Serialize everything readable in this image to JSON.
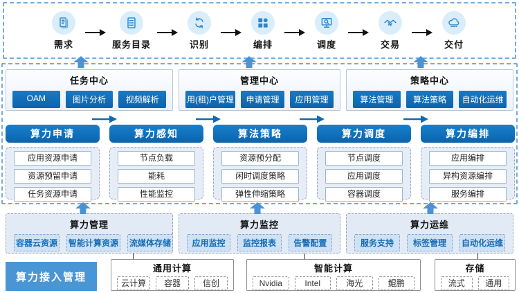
{
  "flow": {
    "steps": [
      {
        "label": "需求",
        "icon": "document-icon"
      },
      {
        "label": "服务目录",
        "icon": "catalog-icon"
      },
      {
        "label": "识别",
        "icon": "sync-icon"
      },
      {
        "label": "编排",
        "icon": "grid-icon"
      },
      {
        "label": "调度",
        "icon": "monitor-search-icon"
      },
      {
        "label": "交易",
        "icon": "handshake-icon"
      },
      {
        "label": "交付",
        "icon": "cloud-icon"
      }
    ]
  },
  "centers": [
    {
      "title": "任务中心",
      "items": [
        "OAM",
        "图片分析",
        "视频解析"
      ]
    },
    {
      "title": "管理中心",
      "items": [
        "用(租)户管理",
        "申请管理",
        "应用管理"
      ]
    },
    {
      "title": "策略中心",
      "items": [
        "算法管理",
        "算法策略",
        "自动化运维"
      ]
    }
  ],
  "process_columns": [
    {
      "title": "算力申请",
      "items": [
        "应用资源申请",
        "资源预留申请",
        "任务资源申请"
      ]
    },
    {
      "title": "算力感知",
      "items": [
        "节点负载",
        "能耗",
        "性能监控"
      ]
    },
    {
      "title": "算法策略",
      "items": [
        "资源预分配",
        "闲时调度策略",
        "弹性伸缩策略"
      ]
    },
    {
      "title": "算力调度",
      "items": [
        "节点调度",
        "应用调度",
        "容器调度"
      ]
    },
    {
      "title": "算力编排",
      "items": [
        "应用编排",
        "异构资源编排",
        "服务编排"
      ]
    }
  ],
  "ops_groups": [
    {
      "title": "算力管理",
      "items": [
        "容器云资源",
        "智能计算资源",
        "流媒体存储"
      ]
    },
    {
      "title": "算力监控",
      "items": [
        "应用监控",
        "监控报表",
        "告警配置"
      ]
    },
    {
      "title": "算力运维",
      "items": [
        "服务支持",
        "标签管理",
        "自动化运维"
      ]
    }
  ],
  "access": {
    "label": "算力接入管理"
  },
  "infra_groups": [
    {
      "title": "通用计算",
      "items": [
        "云计算",
        "容器",
        "信创"
      ]
    },
    {
      "title": "智能计算",
      "items": [
        "Nvidia",
        "Intel",
        "海光",
        "鲲鹏"
      ]
    },
    {
      "title": "存储",
      "items": [
        "流式",
        "通用"
      ]
    }
  ],
  "colors": {
    "primary_blue": "#0f6ab4",
    "header_gradient_top": "#1780cd",
    "header_gradient_bottom": "#0c63ab",
    "dashed_frame_blue": "#74abdd",
    "icon_circle_bg": "#d9edfb",
    "icon_stroke": "#2e86c8",
    "panel_light_blue": "#e1eaf5",
    "group_item_blue": "#cfe2f5",
    "group_item_text": "#156cb5",
    "access_box_blue": "#4a96d5",
    "up_arrow_blue": "#4a94d6"
  }
}
